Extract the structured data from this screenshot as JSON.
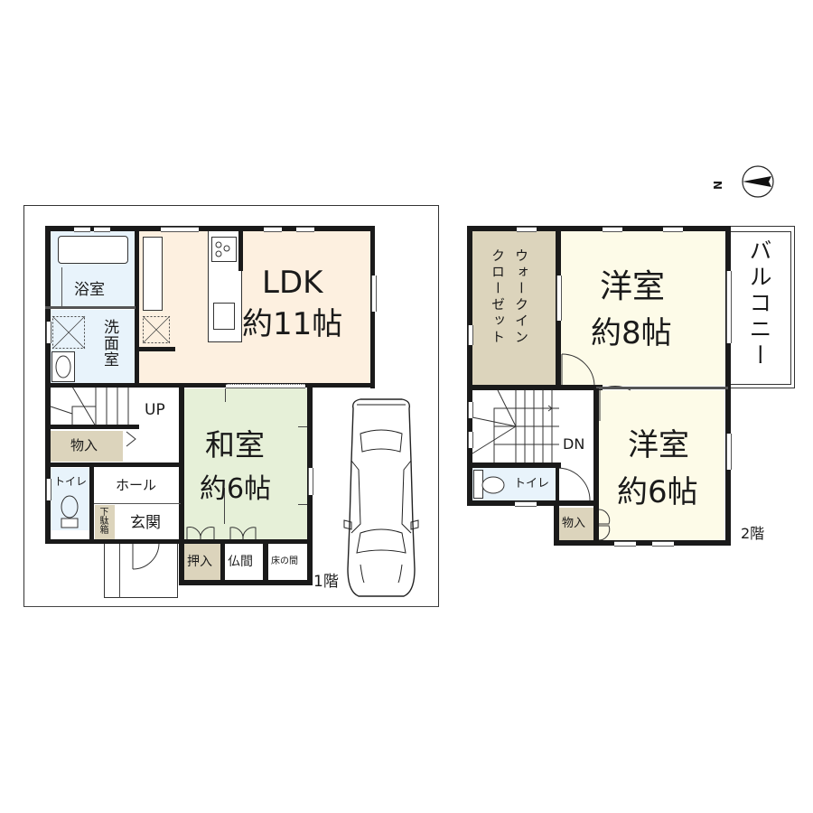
{
  "floor1": {
    "label": "1階",
    "rooms": {
      "bath": "浴室",
      "washroom": "洗面室",
      "ldk_name": "LDK",
      "ldk_size": "約11帖",
      "stairs_up": "UP",
      "storage": "物入",
      "toilet": "トイレ",
      "hall": "ホール",
      "shoe_box": "下駄箱",
      "entrance": "玄関",
      "washitsu_name": "和室",
      "washitsu_size": "約6帖",
      "oshiire": "押入",
      "butsuma": "仏間",
      "tokonoma": "床の間"
    }
  },
  "floor2": {
    "label": "2階",
    "rooms": {
      "walkin_closet_line1": "ウォークイン",
      "walkin_closet_line2": "クローゼット",
      "western8_name": "洋室",
      "western8_size": "約8帖",
      "balcony": "バルコニー",
      "stairs_down": "DN",
      "toilet": "トイレ",
      "western6_name": "洋室",
      "western6_size": "約6帖",
      "storage": "物入"
    }
  },
  "compass": {
    "label": "N"
  },
  "colors": {
    "ldk": "#fdf0e0",
    "wet_area": "#e8f3fb",
    "washitsu": "#e6f0d8",
    "storage": "#dcd4bc",
    "western": "#fdfbe8",
    "wall": "#1a1a1a"
  }
}
